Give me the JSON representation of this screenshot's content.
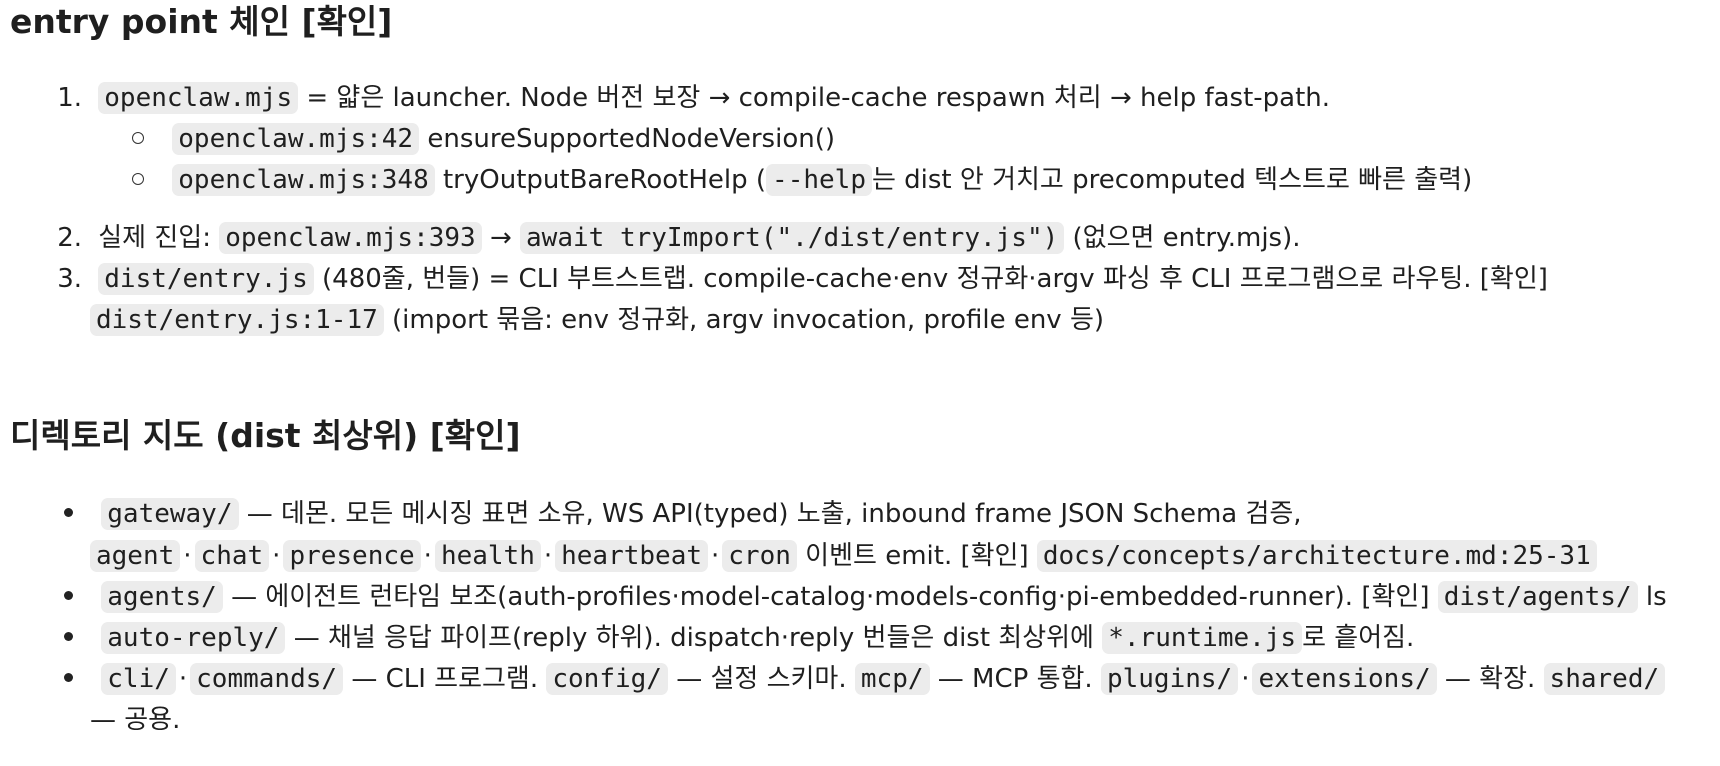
{
  "section1": {
    "title": "entry point 체인 [확인]",
    "item1": {
      "num": "1.",
      "code": "openclaw.mjs",
      "text": "= 얇은 launcher. Node 버전 보장 → compile-cache respawn 처리 → help fast-path.",
      "sub1_code": "openclaw.mjs:42",
      "sub1_text": "ensureSupportedNodeVersion()",
      "sub2_code": "openclaw.mjs:348",
      "sub2_text_a": "tryOutputBareRootHelp (",
      "sub2_code2": "--help",
      "sub2_text_b": "는 dist 안 거치고 precomputed 텍스트로 빠른 출력)"
    },
    "item2": {
      "num": "2.",
      "text_a": "실제 진입:",
      "code_a": "openclaw.mjs:393",
      "arrow": "→",
      "code_b": "await tryImport(\"./dist/entry.js\")",
      "text_b": "(없으면 entry.mjs)."
    },
    "item3": {
      "num": "3.",
      "code": "dist/entry.js",
      "text": "(480줄, 번들) = CLI 부트스트랩. compile-cache·env 정규화·argv 파싱 후 CLI 프로그램으로 라우팅. [확인]",
      "code2": "dist/entry.js:1-17",
      "text2": "(import 묶음: env 정규화, argv invocation, profile env 등)"
    }
  },
  "section2": {
    "title": "디렉토리 지도 (dist 최상위) [확인]",
    "b1": {
      "code": "gateway/",
      "text": "— 데몬. 모든 메시징 표면 소유, WS API(typed) 노출, inbound frame JSON Schema 검증,",
      "events": [
        "agent",
        "chat",
        "presence",
        "health",
        "heartbeat",
        "cron"
      ],
      "sep": "·",
      "text2": "이벤트 emit. [확인]",
      "code2": "docs/concepts/architecture.md:25-31"
    },
    "b2": {
      "code": "agents/",
      "text": "— 에이전트 런타임 보조(auth-profiles·model-catalog·models-config·pi-embedded-runner). [확인]",
      "code2": "dist/agents/",
      "text2": "ls"
    },
    "b3": {
      "code": "auto-reply/",
      "text": "— 채널 응답 파이프(reply 하위). dispatch·reply 번들은 dist 최상위에",
      "code2": "*.runtime.js",
      "text2": "로 흩어짐."
    },
    "b4": {
      "code_cli": "cli/",
      "sep": "·",
      "code_commands": "commands/",
      "text_cli": "— CLI 프로그램.",
      "code_config": "config/",
      "text_config": "— 설정 스키마.",
      "code_mcp": "mcp/",
      "text_mcp": "— MCP 통합.",
      "code_plugins": "plugins/",
      "code_extensions": "extensions/",
      "text_ext": "— 확장.",
      "code_shared": "shared/",
      "text_shared": "— 공용."
    }
  }
}
